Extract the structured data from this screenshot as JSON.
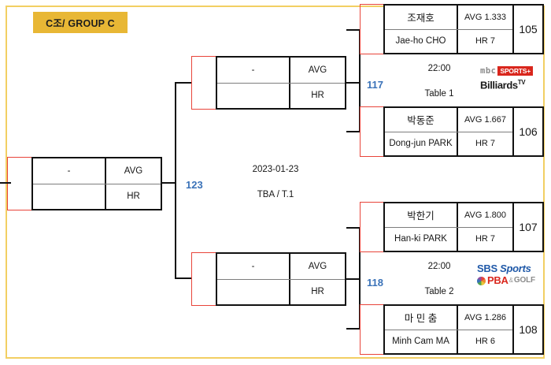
{
  "page": {
    "group_label": "C조/ GROUP C",
    "frame_color": "#F2CF63",
    "badge_color": "#E8B735",
    "bracket_color": "#E8443A",
    "connector_color": "#111111",
    "match_number_color": "#3a72b8"
  },
  "final": {
    "name": "-",
    "avg_label": "AVG",
    "hr_label": "HR",
    "second_name": ""
  },
  "center": {
    "match_number": "123",
    "date": "2023-01-23",
    "table": "TBA / T.1"
  },
  "semifinals": [
    {
      "name": "-",
      "avg_label": "AVG",
      "hr_label": "HR",
      "second_name": ""
    },
    {
      "name": "-",
      "avg_label": "AVG",
      "hr_label": "HR",
      "second_name": ""
    }
  ],
  "matches": [
    {
      "match_number": "117",
      "time": "22:00",
      "table": "Table 1",
      "broadcaster": {
        "type": "mbc",
        "line1_a": "mbc",
        "line1_b": "SPORTS+",
        "line2": "Billiards",
        "line2_sup": "TV"
      }
    },
    {
      "match_number": "118",
      "time": "22:00",
      "table": "Table 2",
      "broadcaster": {
        "type": "sbs",
        "line1_a": "SBS",
        "line1_b": "Sports",
        "line2_a": "PBA",
        "line2_amp": "&",
        "line2_b": "GOLF"
      }
    }
  ],
  "players": [
    {
      "name_kr": "조재호",
      "name_en": "Jae-ho CHO",
      "avg": "AVG 1.333",
      "hr": "HR 7",
      "slot_number": "105"
    },
    {
      "name_kr": "박동준",
      "name_en": "Dong-jun PARK",
      "avg": "AVG 1.667",
      "hr": "HR 7",
      "slot_number": "106"
    },
    {
      "name_kr": "박한기",
      "name_en": "Han-ki PARK",
      "avg": "AVG 1.800",
      "hr": "HR 7",
      "slot_number": "107"
    },
    {
      "name_kr": "마 민 춤",
      "name_en": "Minh Cam MA",
      "avg": "AVG 1.286",
      "hr": "HR 6",
      "slot_number": "108"
    }
  ]
}
